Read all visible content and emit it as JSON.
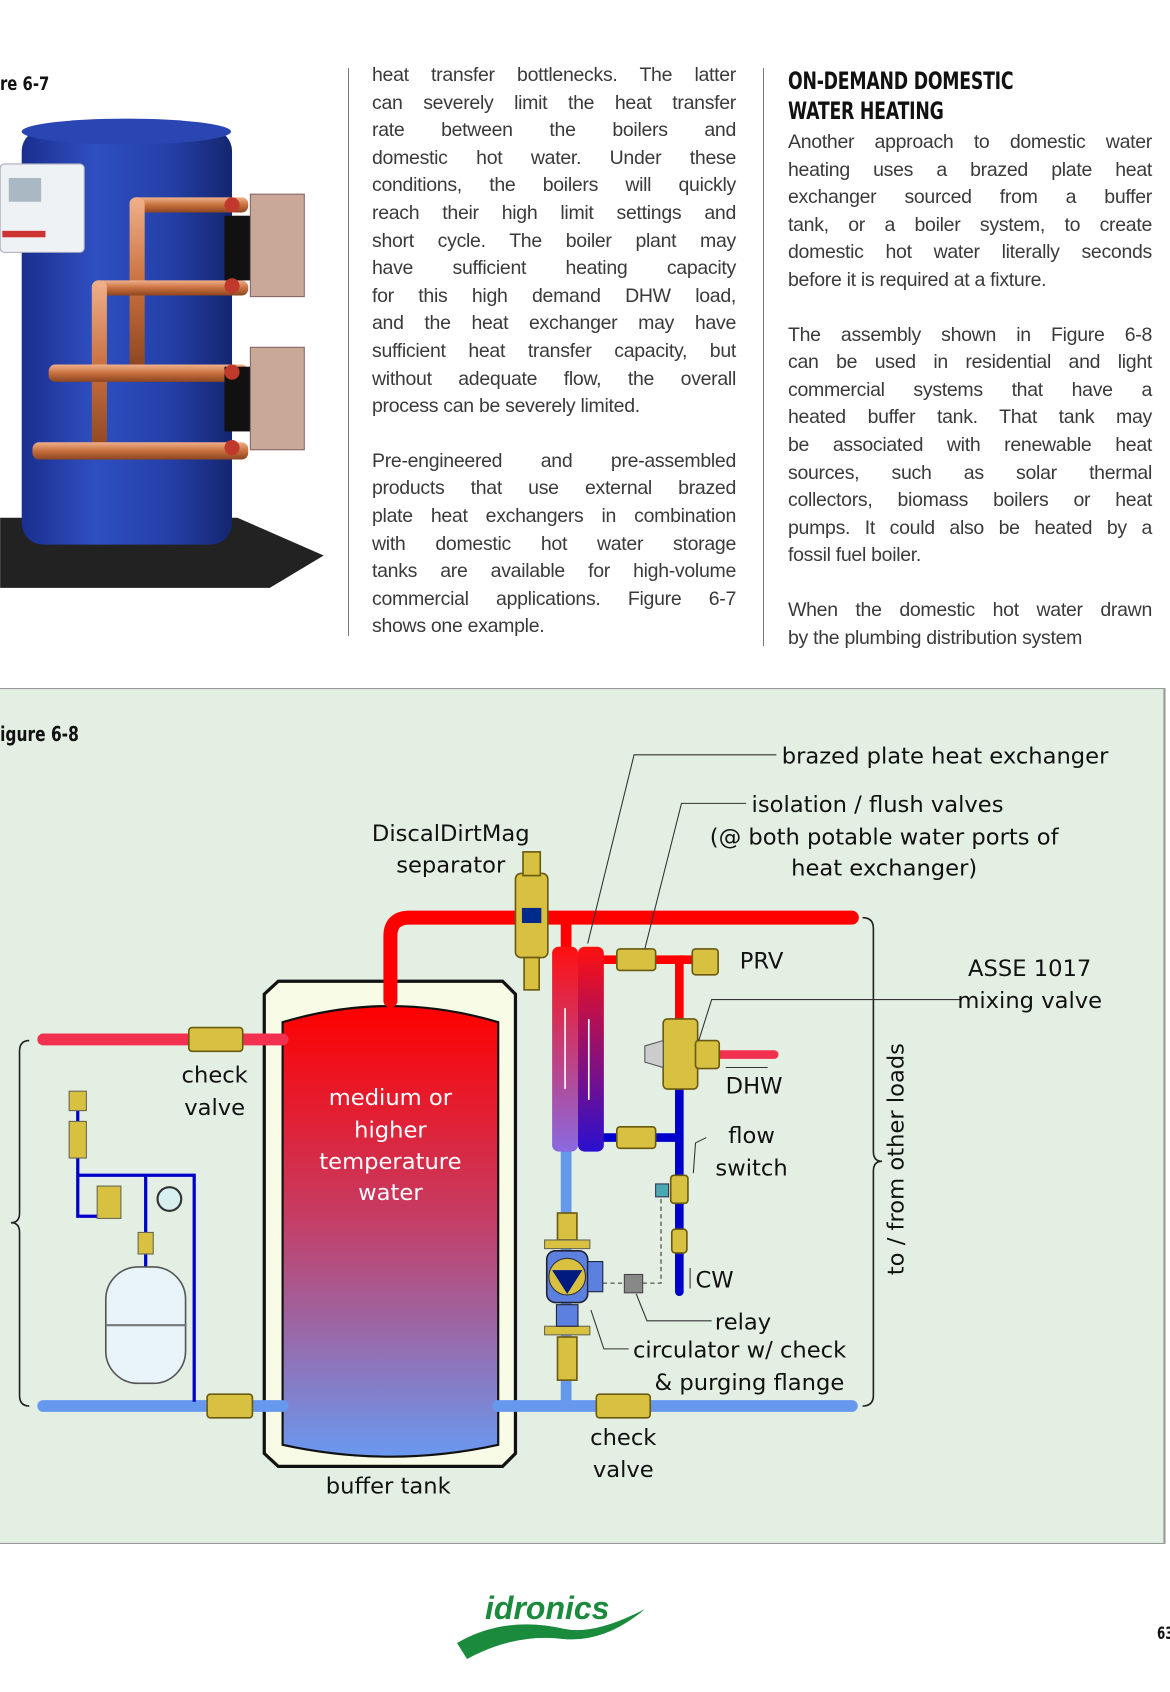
{
  "figure_6_7": {
    "label": "re 6-7"
  },
  "column1": {
    "paragraphs": [
      [
        "heat transfer bottlenecks. The latter",
        "can severely limit the heat transfer",
        "rate between the boilers and",
        "domestic hot water. Under these",
        "conditions, the boilers will quickly",
        "reach their high limit settings and",
        "short cycle. The boiler plant may",
        "have sufficient heating capacity",
        "for this high demand DHW load,",
        "and the heat exchanger may have",
        "sufficient heat transfer capacity, but",
        "without adequate flow, the overall",
        "process can be severely limited."
      ],
      [
        "Pre-engineered and pre-assembled",
        "products that use external brazed",
        "plate heat exchangers in combination",
        "with domestic hot water storage",
        "tanks are available for high-volume",
        "commercial applications. Figure 6-7",
        "shows one example."
      ]
    ]
  },
  "column2": {
    "heading": [
      "ON-DEMAND DOMESTIC",
      "WATER HEATING"
    ],
    "paragraphs": [
      [
        "Another approach to domestic water",
        "heating uses a brazed plate heat",
        "exchanger sourced from a buffer",
        "tank, or a boiler system, to create",
        "domestic hot water literally seconds",
        "before it is required at a fixture."
      ],
      [
        "The assembly shown in Figure 6-8",
        "can be used in residential and light",
        "commercial systems that have a",
        "heated buffer tank. That tank may",
        "be associated with renewable heat",
        "sources, such as solar thermal",
        "collectors, biomass boilers or heat",
        "pumps. It could also be heated by a",
        "fossil fuel boiler."
      ],
      [
        "When the domestic hot water drawn",
        "by the plumbing distribution system"
      ]
    ]
  },
  "figure_6_8": {
    "label": "igure 6-8",
    "labels": {
      "bphe": "brazed plate heat exchanger",
      "iso1": "isolation / flush valves",
      "iso2": "(@ both potable water ports of",
      "iso3": "heat exchanger)",
      "sep1": "DiscalDirtMag",
      "sep2": "separator",
      "prv": "PRV",
      "asse1": "ASSE 1017",
      "asse2": "mixing valve",
      "dhw": "DHW",
      "flow1": "flow",
      "flow2": "switch",
      "cw": "CW",
      "relay": "relay",
      "circ1": "circulator w/ check",
      "circ2": "& purging flange",
      "check_r1": "check",
      "check_r2": "valve",
      "check_l1": "check",
      "check_l2": "valve",
      "buffer": "buffer tank",
      "tank1": "medium or",
      "tank2": "higher",
      "tank3": "temperature",
      "tank4": "water",
      "loads": "to / from other loads"
    },
    "colors": {
      "hot": "#ff0000",
      "hot_branch": "#f2304f",
      "cold": "#6699ee",
      "potable_cold": "#0000cc",
      "background": "#e4efe3",
      "brass": "#d8c040"
    }
  },
  "footer": {
    "logo": "idronics",
    "page_number": "63",
    "brand_color": "#1a8a3c"
  }
}
